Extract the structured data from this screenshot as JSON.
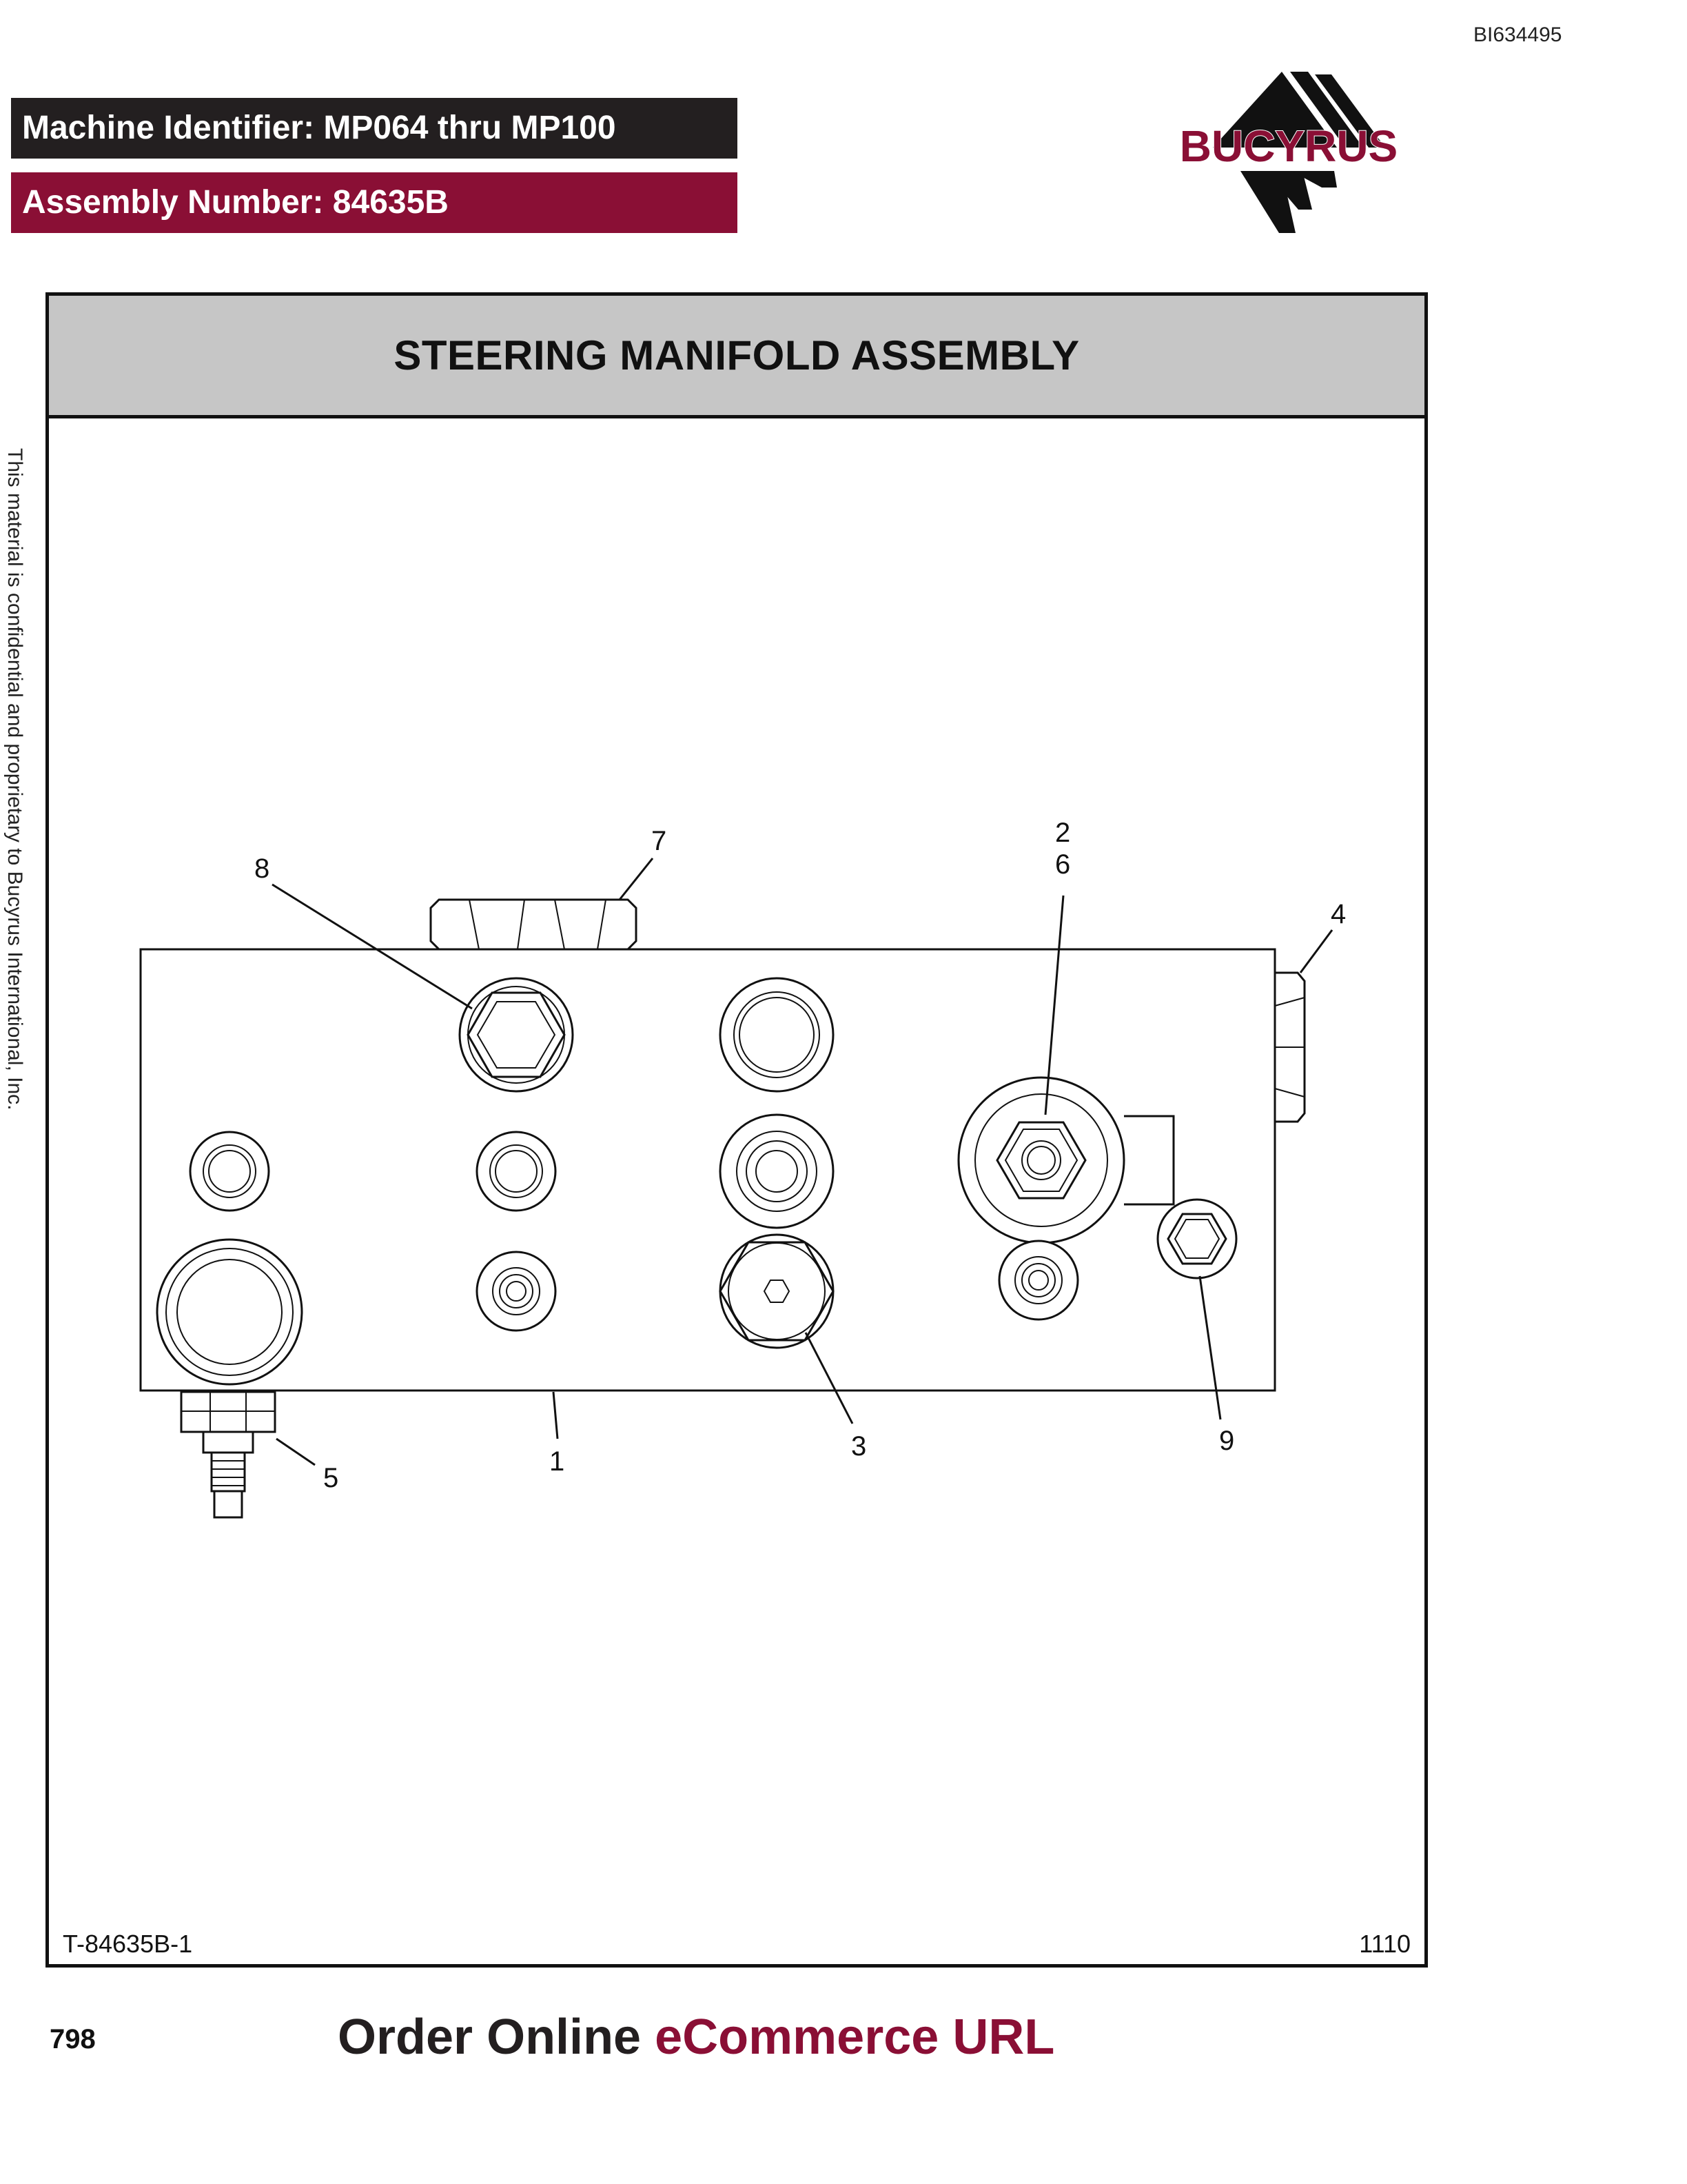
{
  "header": {
    "doc_id": "BI634495",
    "machine_identifier": "Machine Identifier: MP064 thru MP100",
    "assembly_number": "Assembly Number: 84635B",
    "logo_text": "BUCYRUS"
  },
  "figure": {
    "title": "STEERING MANIFOLD ASSEMBLY",
    "figure_number": "T-84635B-1",
    "revision_code": "1110",
    "callouts": {
      "c1": "1",
      "c2": "2",
      "c3": "3",
      "c4": "4",
      "c5": "5",
      "c6": "6",
      "c7": "7",
      "c8": "8",
      "c9": "9"
    }
  },
  "side_note": "This material is confidential and proprietary to Bucyrus International, Inc.",
  "footer": {
    "page_number": "798",
    "order_text": "Order Online",
    "order_accent": "eCommerce URL"
  },
  "colors": {
    "brand_red": "#8a0f35",
    "dark_bar": "#231f20",
    "title_band": "#c6c6c6"
  }
}
